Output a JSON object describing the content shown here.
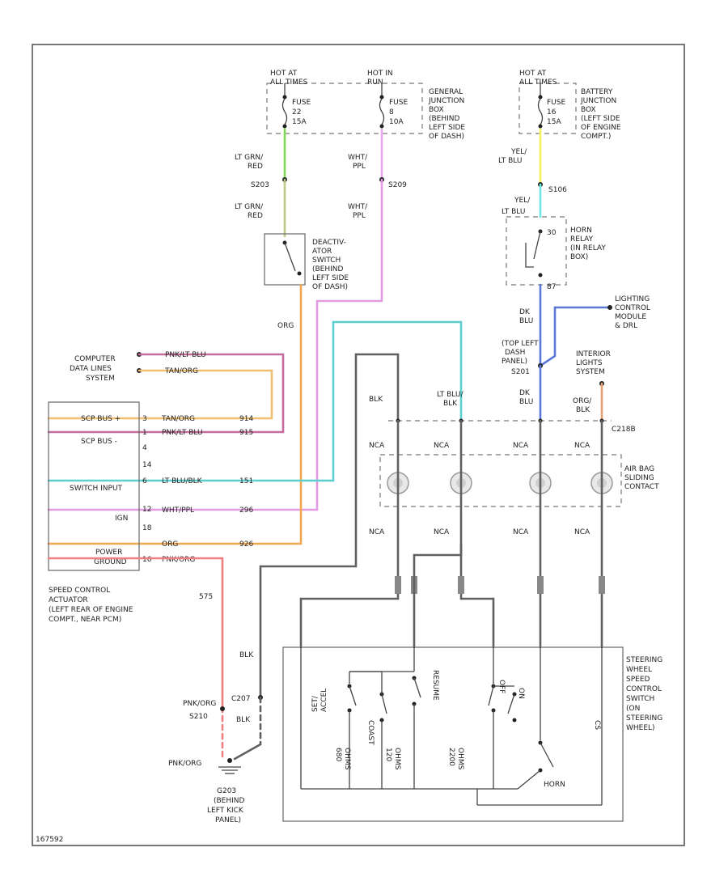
{
  "diagram": {
    "hot_at_all_times_1": [
      "HOT AT",
      "ALL TIMES"
    ],
    "hot_in_run": [
      "HOT IN",
      "RUN"
    ],
    "fuse_22": [
      "FUSE",
      "22",
      "15A"
    ],
    "fuse_8": [
      "FUSE",
      "8",
      "10A"
    ],
    "general_junction_box": [
      "GENERAL",
      "JUNCTION",
      "BOX",
      "(BEHIND",
      "LEFT SIDE",
      "OF DASH)"
    ],
    "hot_at_all_times_2": [
      "HOT AT",
      "ALL TIMES"
    ],
    "fuse_16": [
      "FUSE",
      "16",
      "15A"
    ],
    "battery_junction_box": [
      "BATTERY",
      "JUNCTION",
      "BOX",
      "(LEFT SIDE",
      "OF ENGINE",
      "COMPT.)"
    ],
    "wire_lt_grn_red": [
      "LT GRN/",
      "RED"
    ],
    "wire_wht_ppl": [
      "WHT/",
      "PPL"
    ],
    "wire_yel_lt_blu": [
      "YEL/",
      "LT BLU"
    ],
    "splice_s203": "S203",
    "splice_s209": "S209",
    "splice_s106": "S106",
    "wire_yel_label": "YEL/",
    "wire_lt_blu_label": "LT BLU",
    "horn_relay": [
      "HORN",
      "RELAY",
      "(IN RELAY",
      "BOX)"
    ],
    "pin_30": "30",
    "pin_87": "87",
    "deactivator_switch": [
      "DEACTIV-",
      "ATOR",
      "SWITCH",
      "(BEHIND",
      "LEFT SIDE",
      "OF DASH)"
    ],
    "wire_org": "ORG",
    "wire_dk_blu": [
      "DK",
      "BLU"
    ],
    "lighting_control_module": [
      "LIGHTING",
      "CONTROL",
      "MODULE",
      "& DRL"
    ],
    "top_left_dash_panel": [
      "(TOP LEFT",
      "DASH",
      "PANEL)"
    ],
    "splice_s201": "S201",
    "interior_lights_system": [
      "INTERIOR",
      "LIGHTS",
      "SYSTEM"
    ],
    "computer_data_lines": [
      "COMPUTER",
      "DATA LINES",
      "SYSTEM"
    ],
    "wire_pnk_lt_blu": "PNK/LT BLU",
    "wire_tan_org": "TAN/ORG",
    "wire_blk": "BLK",
    "wire_lt_blu_blk": [
      "LT BLU/",
      "BLK"
    ],
    "wire_dk_blu_short": [
      "DK",
      "BLU"
    ],
    "wire_org_blk": [
      "ORG/",
      "BLK"
    ],
    "connector_c218b": "C218B",
    "nca_labels": [
      "NCA",
      "NCA",
      "NCA",
      "NCA"
    ],
    "nca_lower": [
      "NCA",
      "NCA",
      "NCA",
      "NCA"
    ],
    "air_bag_sliding_contact": [
      "AIR BAG",
      "SLIDING",
      "CONTACT"
    ],
    "actuator_pins": [
      "3",
      "1",
      "4",
      "14",
      "6",
      "12",
      "18",
      "16"
    ],
    "actuator_labels": [
      "SCP BUS +",
      "SCP BUS -",
      "SWITCH INPUT",
      "IGN",
      "POWER",
      "GROUND"
    ],
    "row_wire_labels": [
      "TAN/ORG",
      "PNK/LT BLU",
      "LT BLU/BLK",
      "WHT/PPL",
      "ORG",
      "PNK/ORG"
    ],
    "row_circuit_nums": [
      "914",
      "915",
      "151",
      "296",
      "926",
      "575"
    ],
    "speed_control_actuator": [
      "SPEED CONTROL",
      "ACTUATOR",
      "(LEFT REAR OF ENGINE",
      "COMPT., NEAR PCM)"
    ],
    "circuit_575": "575",
    "wire_blk_lower": "BLK",
    "connector_c207": "C207",
    "wire_pnk_org_1": "PNK/ORG",
    "splice_s210": "S210",
    "wire_blk_lower2": "BLK",
    "wire_pnk_org_2": "PNK/ORG",
    "ground_g203": [
      "G203",
      "(BEHIND",
      "LEFT KICK",
      "PANEL)"
    ],
    "steering_wheel_switch": [
      "STEERING",
      "WHEEL",
      "SPEED",
      "CONTROL",
      "SWITCH",
      "(ON",
      "STEERING",
      "WHEEL)"
    ],
    "switch_set_accel": [
      "SET/",
      "ACCEL"
    ],
    "switch_coast": "COAST",
    "switch_resume": "RESUME",
    "switch_off": "OFF",
    "switch_on": "ON",
    "resistor_labels": [
      "680",
      "OHMS",
      "120",
      "OHMS",
      "2200",
      "OHMS"
    ],
    "switch_horn": "HORN",
    "resistor_cs": "CS",
    "footer_code": "167592"
  }
}
